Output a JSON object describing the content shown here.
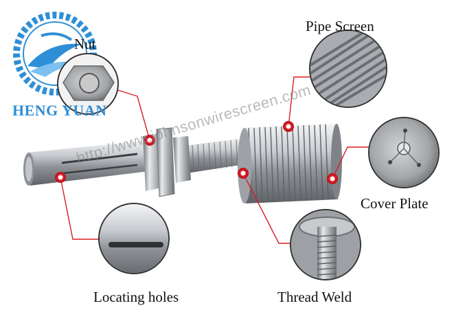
{
  "brand": {
    "name": "HENG YUAN",
    "logo_color": "#2f8fd6"
  },
  "watermark": "http://www.johnsonwirescreen.com",
  "labels": {
    "nut": "Nut",
    "pipe_screen": "Pipe Screen",
    "cover_plate": "Cover Plate",
    "locating_holes": "Locating holes",
    "thread_weld": "Thread Weld"
  },
  "colors": {
    "callout_line": "#d81c24",
    "marker": "#e0202a",
    "steel": "#b9bcc0"
  }
}
